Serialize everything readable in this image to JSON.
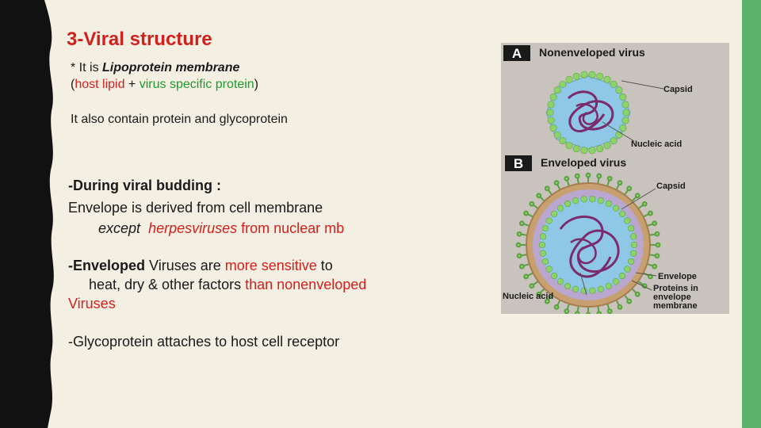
{
  "slide": {
    "title": "3-Viral structure",
    "line1": {
      "prefix": "* It is ",
      "bold_italic": "Lipoprotein membrane"
    },
    "line2": {
      "open": "(",
      "host": "host lipid",
      "plus": " + ",
      "virus": "virus specific protein",
      "close": ")"
    },
    "line3": "It also contain protein and glycoprotein",
    "budding": {
      "heading": "-During viral budding :",
      "line2": "Envelope is derived from cell membrane",
      "except": "except",
      "herpes": "herpesviruses",
      "from": " from nuclear mb"
    },
    "enveloped": {
      "dash_bold": "-Enveloped",
      "mid": " Viruses are ",
      "sensitive": "more sensitive",
      "to": " to",
      "line2_plain": "heat, dry & other factors ",
      "line2_red": "than nonenveloped",
      "line3": "Viruses"
    },
    "glycoprotein": "-Glycoprotein attaches to host cell receptor"
  },
  "figure": {
    "a_letter": "A",
    "a_title": "Nonenveloped virus",
    "a_capsid": "Capsid",
    "a_nucleic": "Nucleic acid",
    "b_letter": "B",
    "b_title": "Enveloped virus",
    "b_capsid": "Capsid",
    "b_envelope": "Envelope",
    "b_proteins1": "Proteins in",
    "b_proteins2": "envelope",
    "b_proteins3": "membrane",
    "b_nucleic": "Nucleic acid"
  },
  "colors": {
    "title_red": "#d4201c",
    "accent_green": "#1f9a2a",
    "side_green": "#5db36b",
    "left_band": "#111111"
  }
}
